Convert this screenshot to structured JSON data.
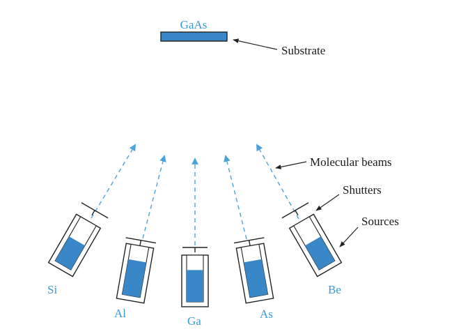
{
  "substrate": {
    "material_label": "GaAs",
    "callout": "Substrate",
    "fill_color": "#3a87c8"
  },
  "callouts": {
    "beams": "Molecular beams",
    "shutters": "Shutters",
    "sources": "Sources"
  },
  "sources": [
    {
      "label": "Si",
      "fill_level": 0.55
    },
    {
      "label": "Al",
      "fill_level": 0.7
    },
    {
      "label": "Ga",
      "fill_level": 0.68
    },
    {
      "label": "As",
      "fill_level": 0.7
    },
    {
      "label": "Be",
      "fill_level": 0.55
    }
  ],
  "colors": {
    "accent_blue": "#3a9ad6",
    "material_blue": "#3a87c8",
    "outline": "#222222"
  }
}
